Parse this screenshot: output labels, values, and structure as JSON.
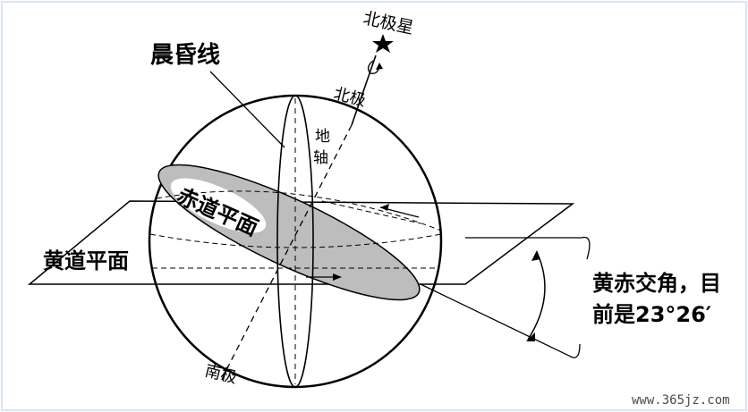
{
  "labels": {
    "polaris": "北极星",
    "north_pole": "北极",
    "earth_axis": "地轴",
    "terminator": "晨昏线",
    "equatorial_plane": "赤道平面",
    "ecliptic_plane": "黄道平面",
    "south_pole": "南极",
    "obliquity_line1": "黄赤交角，目",
    "obliquity_line2": "前是23°26′"
  },
  "watermark": "www.365jz.com",
  "colors": {
    "line": "#000000",
    "equator_fill": "#bdbdbd",
    "frame": "#dbe6f5"
  }
}
